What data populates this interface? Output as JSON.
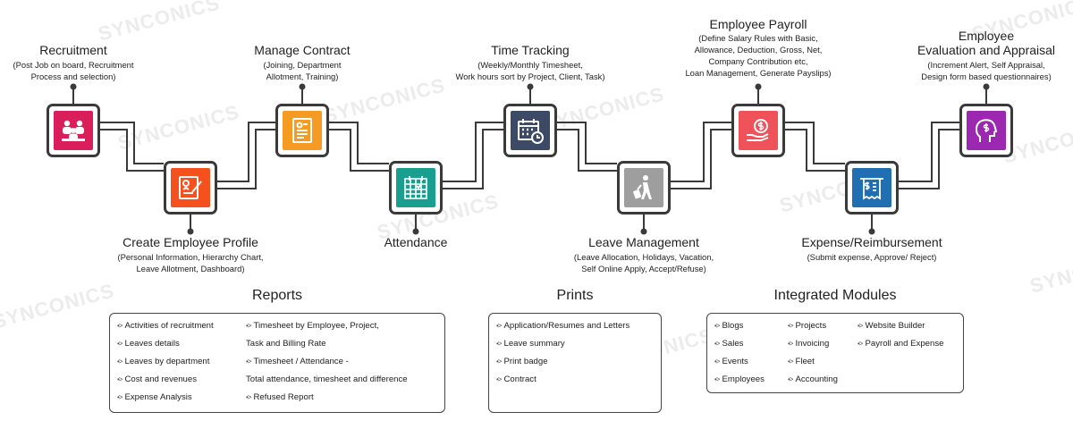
{
  "watermark": "SYNCONICS",
  "steps": [
    {
      "title": "Recruitment",
      "desc": [
        "(Post Job on board, Recruitment",
        "Process and selection)"
      ],
      "icon": "recruitment-icon",
      "color": "#d91e5b"
    },
    {
      "title": "Create Employee Profile",
      "desc": [
        "(Personal Information, Hierarchy Chart,",
        "Leave Allotment, Dashboard)"
      ],
      "icon": "profile-form-icon",
      "color": "#f4511e"
    },
    {
      "title": "Manage Contract",
      "desc": [
        "(Joining, Department",
        "Allotment, Training)"
      ],
      "icon": "contract-document-icon",
      "color": "#f59a23"
    },
    {
      "title": "Attendance",
      "desc": [],
      "icon": "attendance-calendar-icon",
      "color": "#1a9e8f"
    },
    {
      "title": "Time Tracking",
      "desc": [
        "(Weekly/Monthly Timesheet,",
        "Work hours sort by Project, Client, Task)"
      ],
      "icon": "timesheet-calendar-clock-icon",
      "color": "#3d4a66"
    },
    {
      "title": "Leave Management",
      "desc": [
        "(Leave Allocation, Holidays, Vacation,",
        "Self Online Apply, Accept/Refuse)"
      ],
      "icon": "walking-person-luggage-icon",
      "color": "#9e9e9e"
    },
    {
      "title": "Employee Payroll",
      "desc": [
        "(Define Salary Rules with Basic,",
        "Allowance, Deduction, Gross, Net,",
        "Company Contribution etc,",
        "Loan Management, Generate Payslips)"
      ],
      "icon": "salary-hand-coin-icon",
      "color": "#f0525a"
    },
    {
      "title": "Expense/Reimbursement",
      "desc": [
        "(Submit expense, Approve/ Reject)"
      ],
      "icon": "receipt-dollar-icon",
      "color": "#1f6fb2"
    },
    {
      "title": "Employee\nEvaluation and Appraisal",
      "title_lines": [
        "Employee",
        "Evaluation and Appraisal"
      ],
      "desc": [
        "(Increment Alert, Self Appraisal,",
        "Design form based questionnaires)"
      ],
      "icon": "head-dollar-icon",
      "color": "#9c27b0"
    }
  ],
  "reports": {
    "title": "Reports",
    "col1": [
      "Activities of recruitment",
      "Leaves details",
      "Leaves by department",
      "Cost and revenues",
      "Expense Analysis"
    ],
    "col2": [
      {
        "text": "Timesheet by Employee, Project,",
        "bullet": true
      },
      {
        "text": "Task and Billing Rate",
        "bullet": false
      },
      {
        "text": "Timesheet / Attendance -",
        "bullet": true
      },
      {
        "text": "Total attendance, timesheet and difference",
        "bullet": false
      },
      {
        "text": "Refused Report",
        "bullet": true
      }
    ]
  },
  "prints": {
    "title": "Prints",
    "items": [
      "Application/Resumes and Letters",
      "Leave summary",
      "Print badge",
      "Contract"
    ]
  },
  "modules": {
    "title": "Integrated Modules",
    "col1": [
      "Blogs",
      "Sales",
      "Events",
      "Employees"
    ],
    "col2": [
      "Projects",
      "Invoicing",
      "Fleet",
      "Accounting"
    ],
    "col3": [
      "Website Builder",
      "Payroll and Expense"
    ]
  },
  "bullet_glyph": "•>"
}
